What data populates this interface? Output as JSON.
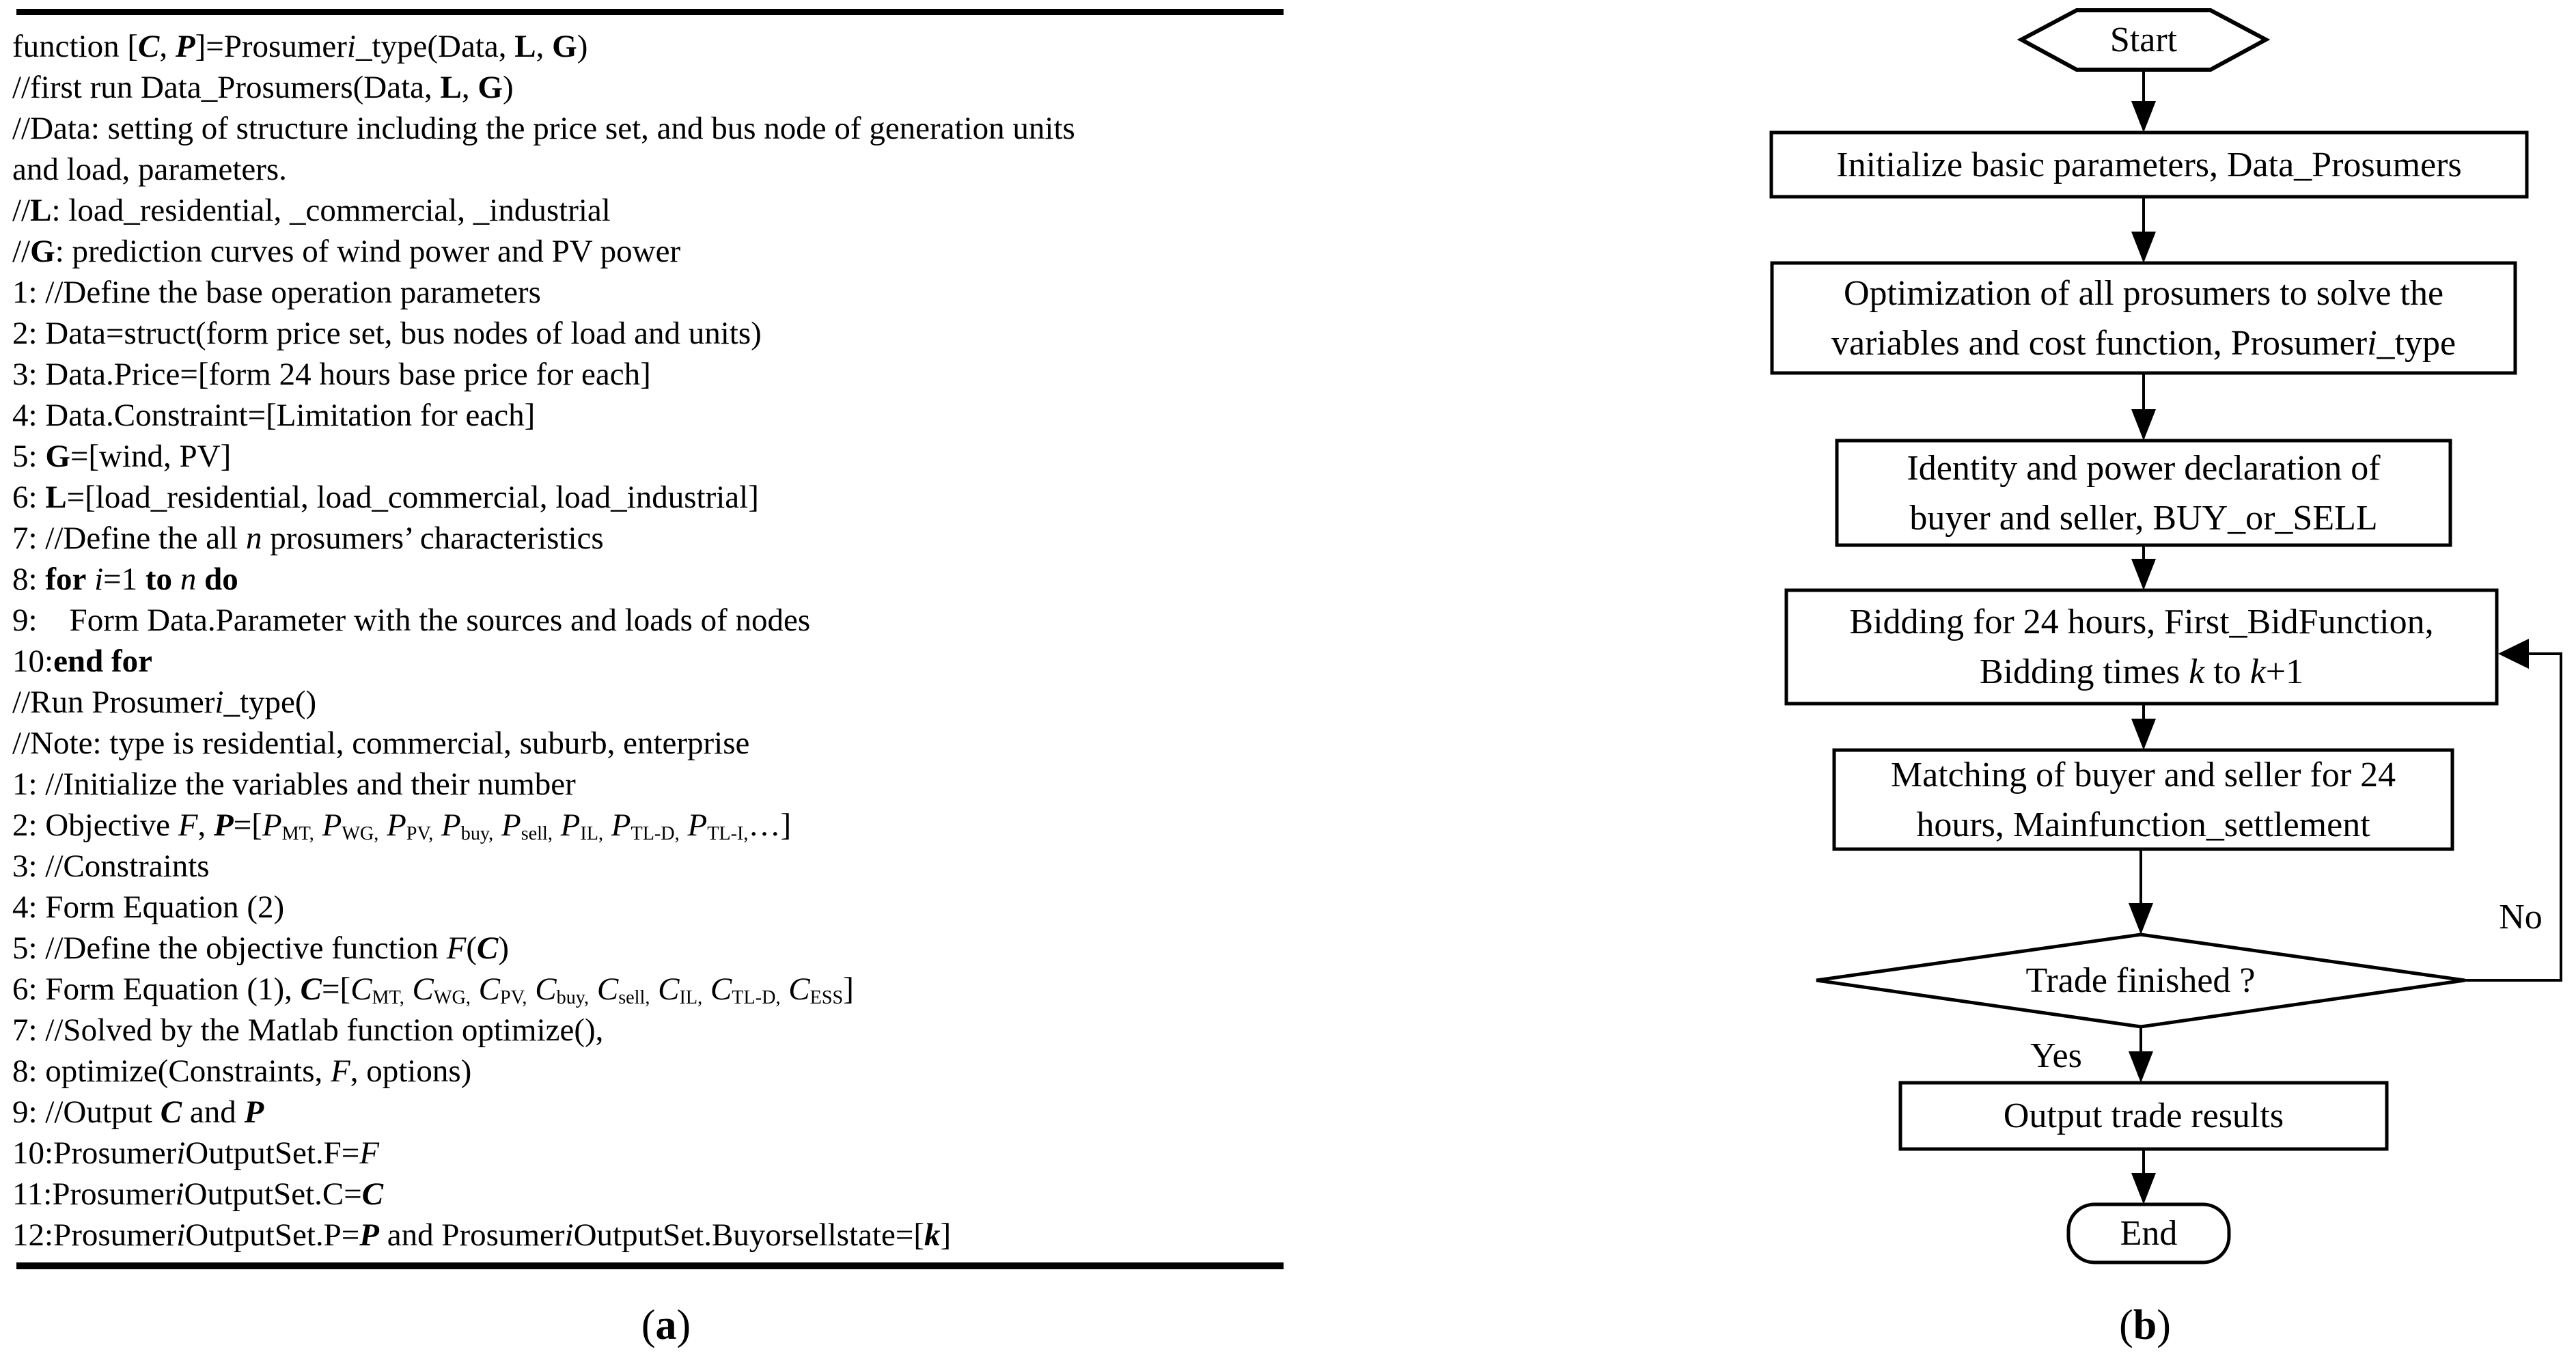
{
  "colors": {
    "ink": "#000000",
    "background": "#ffffff"
  },
  "panel_a": {
    "caption": [
      {
        "t": "("
      },
      {
        "t": "a",
        "s": "b"
      },
      {
        "t": ")"
      }
    ],
    "code_lines": [
      [
        {
          "t": "function ["
        },
        {
          "t": "C",
          "s": "bi"
        },
        {
          "t": ", "
        },
        {
          "t": "P",
          "s": "bi"
        },
        {
          "t": "]=Prosumer"
        },
        {
          "t": "i",
          "s": "i"
        },
        {
          "t": "_type(Data, "
        },
        {
          "t": "L",
          "s": "b"
        },
        {
          "t": ", "
        },
        {
          "t": "G",
          "s": "b"
        },
        {
          "t": ")"
        }
      ],
      [
        {
          "t": "//first run Data_Prosumers(Data, "
        },
        {
          "t": "L",
          "s": "b"
        },
        {
          "t": ", "
        },
        {
          "t": "G",
          "s": "b"
        },
        {
          "t": ")"
        }
      ],
      [
        {
          "t": "//Data: setting of structure including the price set, and bus node of generation units"
        }
      ],
      [
        {
          "t": "and load, parameters."
        }
      ],
      [
        {
          "t": "//"
        },
        {
          "t": "L",
          "s": "b"
        },
        {
          "t": ": load_residential, _commercial, _industrial"
        }
      ],
      [
        {
          "t": "//"
        },
        {
          "t": "G",
          "s": "b"
        },
        {
          "t": ": prediction curves of wind power and PV power"
        }
      ],
      [
        {
          "t": "1: //Define the base operation parameters"
        }
      ],
      [
        {
          "t": "2: Data=struct(form price set, bus nodes of load and units)"
        }
      ],
      [
        {
          "t": "3: Data.Price=[form 24 hours base price for each]"
        }
      ],
      [
        {
          "t": "4: Data.Constraint=[Limitation for each]"
        }
      ],
      [
        {
          "t": "5: "
        },
        {
          "t": "G",
          "s": "b"
        },
        {
          "t": "=[wind, PV]"
        }
      ],
      [
        {
          "t": "6: "
        },
        {
          "t": "L",
          "s": "b"
        },
        {
          "t": "=[load_residential, load_commercial, load_industrial]"
        }
      ],
      [
        {
          "t": "7: //Define the all "
        },
        {
          "t": "n",
          "s": "i"
        },
        {
          "t": " prosumers’ characteristics"
        }
      ],
      [
        {
          "t": "8: "
        },
        {
          "t": "for",
          "s": "b"
        },
        {
          "t": " "
        },
        {
          "t": "i",
          "s": "i"
        },
        {
          "t": "=1 "
        },
        {
          "t": "to",
          "s": "b"
        },
        {
          "t": " "
        },
        {
          "t": "n",
          "s": "i"
        },
        {
          "t": " "
        },
        {
          "t": "do",
          "s": "b"
        }
      ],
      [
        {
          "t": "9:    Form Data.Parameter with the sources and loads of nodes"
        }
      ],
      [
        {
          "t": "10:"
        },
        {
          "t": "end for",
          "s": "b"
        }
      ],
      [
        {
          "t": "//Run Prosumer"
        },
        {
          "t": "i",
          "s": "i"
        },
        {
          "t": "_type()"
        }
      ],
      [
        {
          "t": "//Note: type is residential, commercial, suburb, enterprise"
        }
      ],
      [
        {
          "t": "1: //Initialize the variables and their number"
        }
      ],
      [
        {
          "t": "2: Objective "
        },
        {
          "t": "F",
          "s": "i"
        },
        {
          "t": ", "
        },
        {
          "t": "P",
          "s": "bi"
        },
        {
          "t": "=["
        },
        {
          "t": "P",
          "s": "i"
        },
        {
          "t": "MT,",
          "s": "sub"
        },
        {
          "t": " "
        },
        {
          "t": "P",
          "s": "i"
        },
        {
          "t": "WG,",
          "s": "sub"
        },
        {
          "t": " "
        },
        {
          "t": "P",
          "s": "i"
        },
        {
          "t": "PV,",
          "s": "sub"
        },
        {
          "t": " "
        },
        {
          "t": "P",
          "s": "i"
        },
        {
          "t": "buy,",
          "s": "sub"
        },
        {
          "t": " "
        },
        {
          "t": "P",
          "s": "i"
        },
        {
          "t": "sell,",
          "s": "sub"
        },
        {
          "t": " "
        },
        {
          "t": "P",
          "s": "i"
        },
        {
          "t": "IL,",
          "s": "sub"
        },
        {
          "t": " "
        },
        {
          "t": "P",
          "s": "i"
        },
        {
          "t": "TL-D,",
          "s": "sub"
        },
        {
          "t": " "
        },
        {
          "t": "P",
          "s": "i"
        },
        {
          "t": "TL-I,",
          "s": "sub"
        },
        {
          "t": "…]"
        }
      ],
      [
        {
          "t": "3: //Constraints"
        }
      ],
      [
        {
          "t": "4: Form Equation (2)"
        }
      ],
      [
        {
          "t": "5: //Define the objective function "
        },
        {
          "t": "F",
          "s": "i"
        },
        {
          "t": "("
        },
        {
          "t": "C",
          "s": "bi"
        },
        {
          "t": ")"
        }
      ],
      [
        {
          "t": "6: Form Equation (1), "
        },
        {
          "t": "C",
          "s": "bi"
        },
        {
          "t": "=["
        },
        {
          "t": "C",
          "s": "i"
        },
        {
          "t": "MT,",
          "s": "sub"
        },
        {
          "t": " "
        },
        {
          "t": "C",
          "s": "i"
        },
        {
          "t": "WG,",
          "s": "sub"
        },
        {
          "t": " "
        },
        {
          "t": "C",
          "s": "i"
        },
        {
          "t": "PV,",
          "s": "sub"
        },
        {
          "t": " "
        },
        {
          "t": "C",
          "s": "i"
        },
        {
          "t": "buy,",
          "s": "sub"
        },
        {
          "t": " "
        },
        {
          "t": "C",
          "s": "i"
        },
        {
          "t": "sell,",
          "s": "sub"
        },
        {
          "t": " "
        },
        {
          "t": "C",
          "s": "i"
        },
        {
          "t": "IL,",
          "s": "sub"
        },
        {
          "t": " "
        },
        {
          "t": "C",
          "s": "i"
        },
        {
          "t": "TL-D,",
          "s": "sub"
        },
        {
          "t": " "
        },
        {
          "t": "C",
          "s": "i"
        },
        {
          "t": "ESS",
          "s": "sub"
        },
        {
          "t": "]"
        }
      ],
      [
        {
          "t": "7: //Solved by the Matlab function optimize(),"
        }
      ],
      [
        {
          "t": "8: optimize(Constraints, "
        },
        {
          "t": "F",
          "s": "i"
        },
        {
          "t": ", options)"
        }
      ],
      [
        {
          "t": "9: //Output "
        },
        {
          "t": "C",
          "s": "bi"
        },
        {
          "t": " and "
        },
        {
          "t": "P",
          "s": "bi"
        }
      ],
      [
        {
          "t": "10:Prosumer"
        },
        {
          "t": "i",
          "s": "i"
        },
        {
          "t": "OutputSet.F="
        },
        {
          "t": "F",
          "s": "i"
        }
      ],
      [
        {
          "t": "11:Prosumer"
        },
        {
          "t": "i",
          "s": "i"
        },
        {
          "t": "OutputSet.C="
        },
        {
          "t": "C",
          "s": "bi"
        }
      ],
      [
        {
          "t": "12:Prosumer"
        },
        {
          "t": "i",
          "s": "i"
        },
        {
          "t": "OutputSet.P="
        },
        {
          "t": "P",
          "s": "bi"
        },
        {
          "t": " and Prosumer"
        },
        {
          "t": "i",
          "s": "i"
        },
        {
          "t": "OutputSet.Buyorsellstate=["
        },
        {
          "t": "k",
          "s": "bi"
        },
        {
          "t": "]"
        }
      ]
    ]
  },
  "panel_b": {
    "caption": [
      {
        "t": "("
      },
      {
        "t": "b",
        "s": "b"
      },
      {
        "t": ")"
      }
    ],
    "nodes": {
      "start": {
        "lines": [
          [
            {
              "t": "Start"
            }
          ]
        ]
      },
      "init": {
        "lines": [
          [
            {
              "t": "Initialize basic parameters, Data_Prosumers"
            }
          ]
        ]
      },
      "optimize": {
        "lines": [
          [
            {
              "t": "Optimization of all prosumers to solve the"
            }
          ],
          [
            {
              "t": "variables and cost function, Prosumer"
            },
            {
              "t": "i",
              "s": "i"
            },
            {
              "t": "_type"
            }
          ]
        ]
      },
      "identity": {
        "lines": [
          [
            {
              "t": "Identity and power declaration of"
            }
          ],
          [
            {
              "t": "buyer and seller, BUY_or_SELL"
            }
          ]
        ]
      },
      "bidding": {
        "lines": [
          [
            {
              "t": "Bidding for 24 hours, First_BidFunction,"
            }
          ],
          [
            {
              "t": "Bidding times "
            },
            {
              "t": "k",
              "s": "i"
            },
            {
              "t": " to "
            },
            {
              "t": "k",
              "s": "i"
            },
            {
              "t": "+1"
            }
          ]
        ]
      },
      "matching": {
        "lines": [
          [
            {
              "t": "Matching of buyer and seller for 24"
            }
          ],
          [
            {
              "t": "hours, Mainfunction_settlement"
            }
          ]
        ]
      },
      "decision": {
        "lines": [
          [
            {
              "t": "Trade finished ?"
            }
          ]
        ]
      },
      "output": {
        "lines": [
          [
            {
              "t": "Output trade results"
            }
          ]
        ]
      },
      "end": {
        "lines": [
          [
            {
              "t": "End"
            }
          ]
        ]
      },
      "yes_label": {
        "lines": [
          [
            {
              "t": "Yes"
            }
          ]
        ]
      },
      "no_label": {
        "lines": [
          [
            {
              "t": "No"
            }
          ]
        ]
      }
    }
  }
}
